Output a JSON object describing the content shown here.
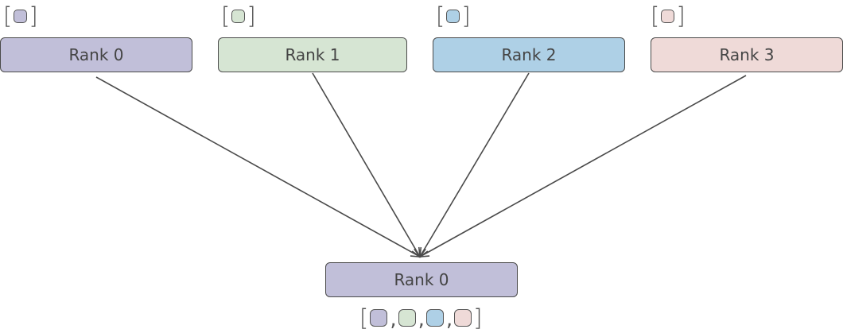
{
  "colors": {
    "rank0": "#c1bfd9",
    "rank1": "#d6e5d3",
    "rank2": "#aed0e6",
    "rank3": "#efdad8",
    "stroke": "#4a4a4a"
  },
  "sources": [
    {
      "label": "Rank 0",
      "color": "#c1bfd9"
    },
    {
      "label": "Rank 1",
      "color": "#d6e5d3"
    },
    {
      "label": "Rank 2",
      "color": "#aed0e6"
    },
    {
      "label": "Rank 3",
      "color": "#efdad8"
    }
  ],
  "destination": {
    "label": "Rank 0",
    "gathered_colors": [
      "#c1bfd9",
      "#d6e5d3",
      "#aed0e6",
      "#efdad8"
    ]
  },
  "symbols": {
    "open": "[",
    "close": "]",
    "comma": ","
  }
}
